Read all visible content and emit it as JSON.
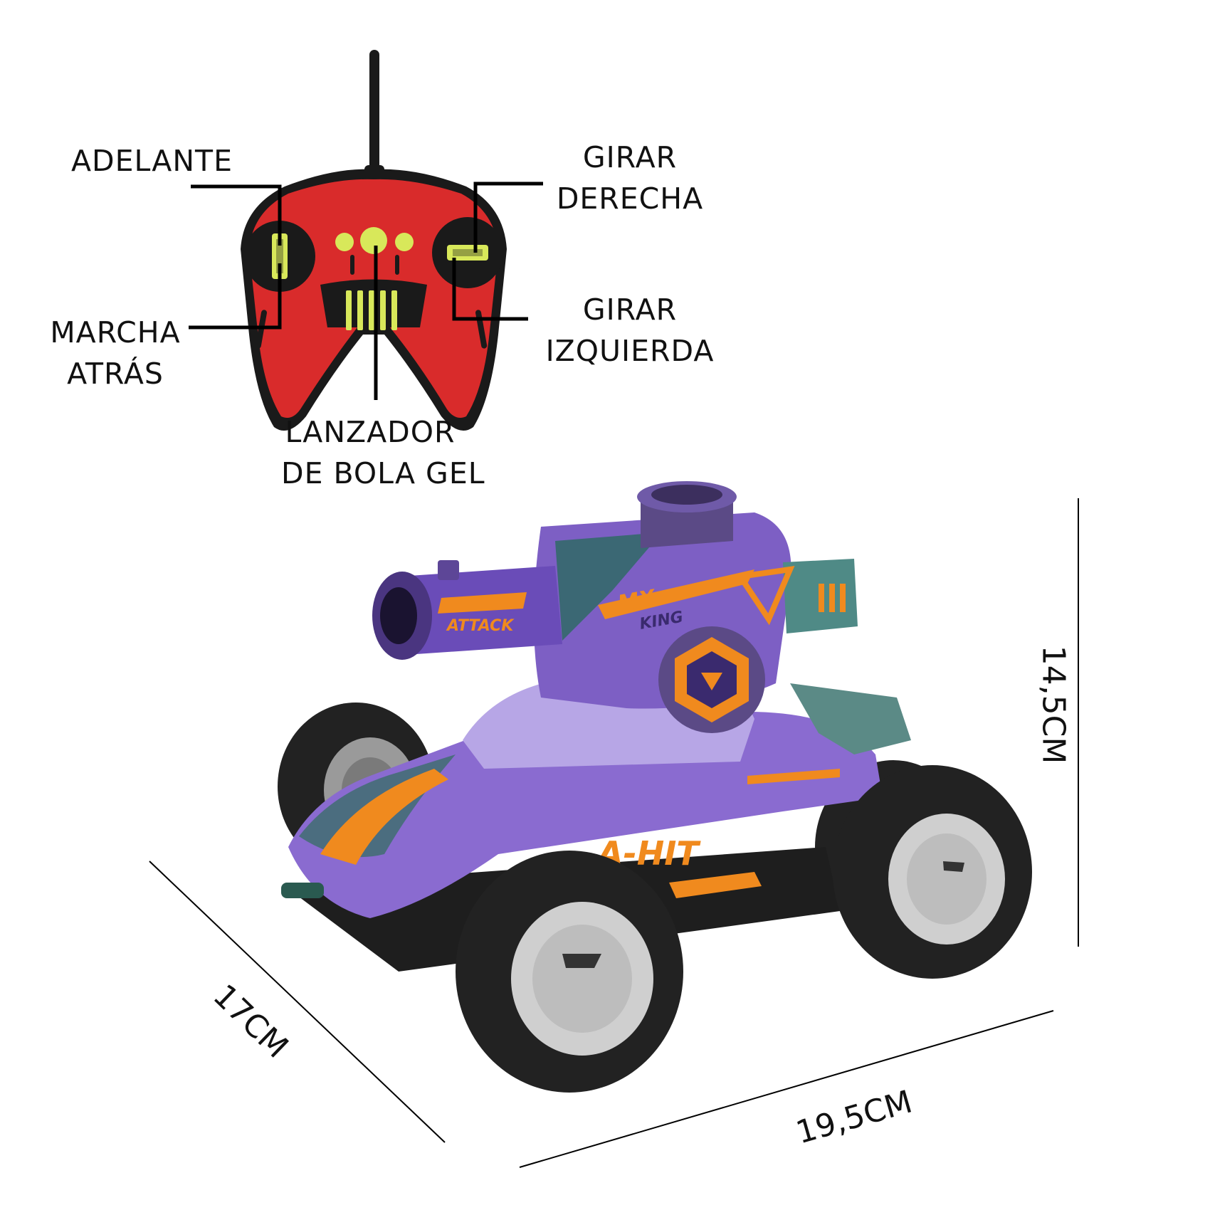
{
  "remote": {
    "labels": {
      "forward": "ADELANTE",
      "reverse_line1": "MARCHA",
      "reverse_line2": "ATRÁS",
      "launcher_line1": "LANZADOR",
      "launcher_line2": "DE BOLA GEL",
      "right_line1": "GIRAR",
      "right_line2": "DERECHA",
      "left_line1": "GIRAR",
      "left_line2": "IZQUIERDA"
    },
    "colors": {
      "body": "#d92b2b",
      "dark": "#1a1a1a",
      "buttons": "#d8e85a"
    }
  },
  "car": {
    "decals": {
      "brand_top": "MX",
      "brand_bottom": "KING",
      "cannon": "ATTACK",
      "side": "A-HIT"
    },
    "colors": {
      "body": "#8a6bd0",
      "accent": "#f08a1e",
      "tire": "#222222",
      "rim": "#cfcfcf"
    }
  },
  "dimensions": {
    "height": "14,5CM",
    "width": "19,5CM",
    "depth": "17CM"
  }
}
